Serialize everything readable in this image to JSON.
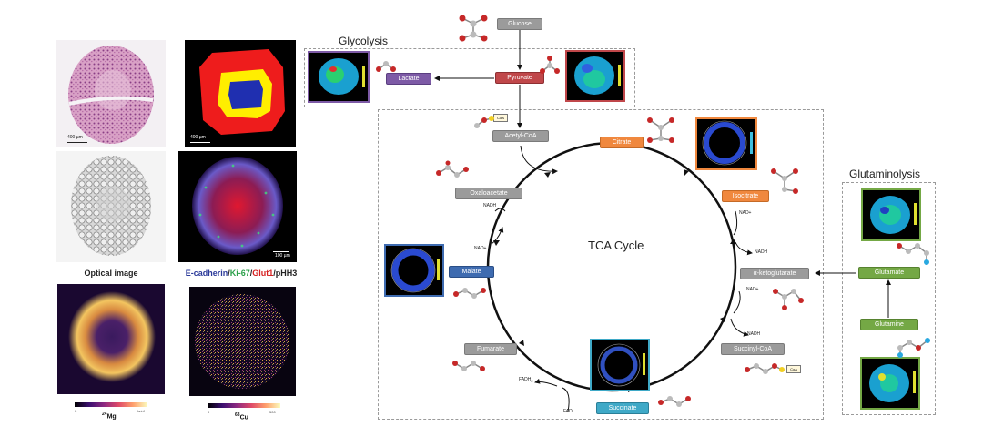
{
  "left_panels": {
    "he_scale": "400 µm",
    "seg_scale": "400 µm",
    "if_scale": "100 µm",
    "optical_caption": "Optical image",
    "stain_caption": {
      "ecad": "E-cadherin",
      "sep1": "/",
      "ki67": "Ki-67",
      "sep2": "/",
      "glut1": "Glut1",
      "sep3": "/",
      "phh3": "pHH3"
    },
    "mg_label": {
      "mass": "24",
      "element": "Mg"
    },
    "cu_label": {
      "mass": "63",
      "element": "Cu"
    },
    "mg_bar_min": "0",
    "mg_bar_max": "1e+4",
    "cu_bar_min": "0",
    "cu_bar_max": "500",
    "colors": {
      "seg_red": "#ee1c1c",
      "seg_yellow": "#ffee00",
      "seg_blue": "#1f2fb0"
    }
  },
  "pathway": {
    "glycolysis_title": "Glycolysis",
    "tca_title": "TCA Cycle",
    "glutaminolysis_title": "Glutaminolysis",
    "metabolites": {
      "glucose": "Glucose",
      "pyruvate": "Pyruvate",
      "lactate": "Lactate",
      "acetyl_coa": "Acetyl-CoA",
      "citrate": "Citrate",
      "isocitrate": "Isocitrate",
      "akg": "α-ketoglutarate",
      "succinyl_coa": "Succinyl-CoA",
      "succinate": "Succinate",
      "fumarate": "Fumarate",
      "malate": "Malate",
      "oxaloacetate": "Oxaloacetate",
      "glutamate": "Glutamate",
      "glutamine": "Glutamine"
    },
    "cofactors": {
      "nadh_oaa": "NADH",
      "nad_malate": "NAD+",
      "nad_iso": "NAD+",
      "nadh_iso": "NADH",
      "nad_akg": "NAD+",
      "nadh_akg": "NADH",
      "fadh2": "FADH",
      "fadh2_sub": "2",
      "fad": "FAD"
    },
    "coa_tag": "CoA",
    "colors": {
      "grey_box": "#9b9b9b",
      "pyruvate": "#c0474a",
      "lactate": "#7d5aa6",
      "orange": "#f0883e",
      "malate": "#3e6bb0",
      "succinate": "#3fa9c7",
      "green": "#74a845"
    }
  }
}
